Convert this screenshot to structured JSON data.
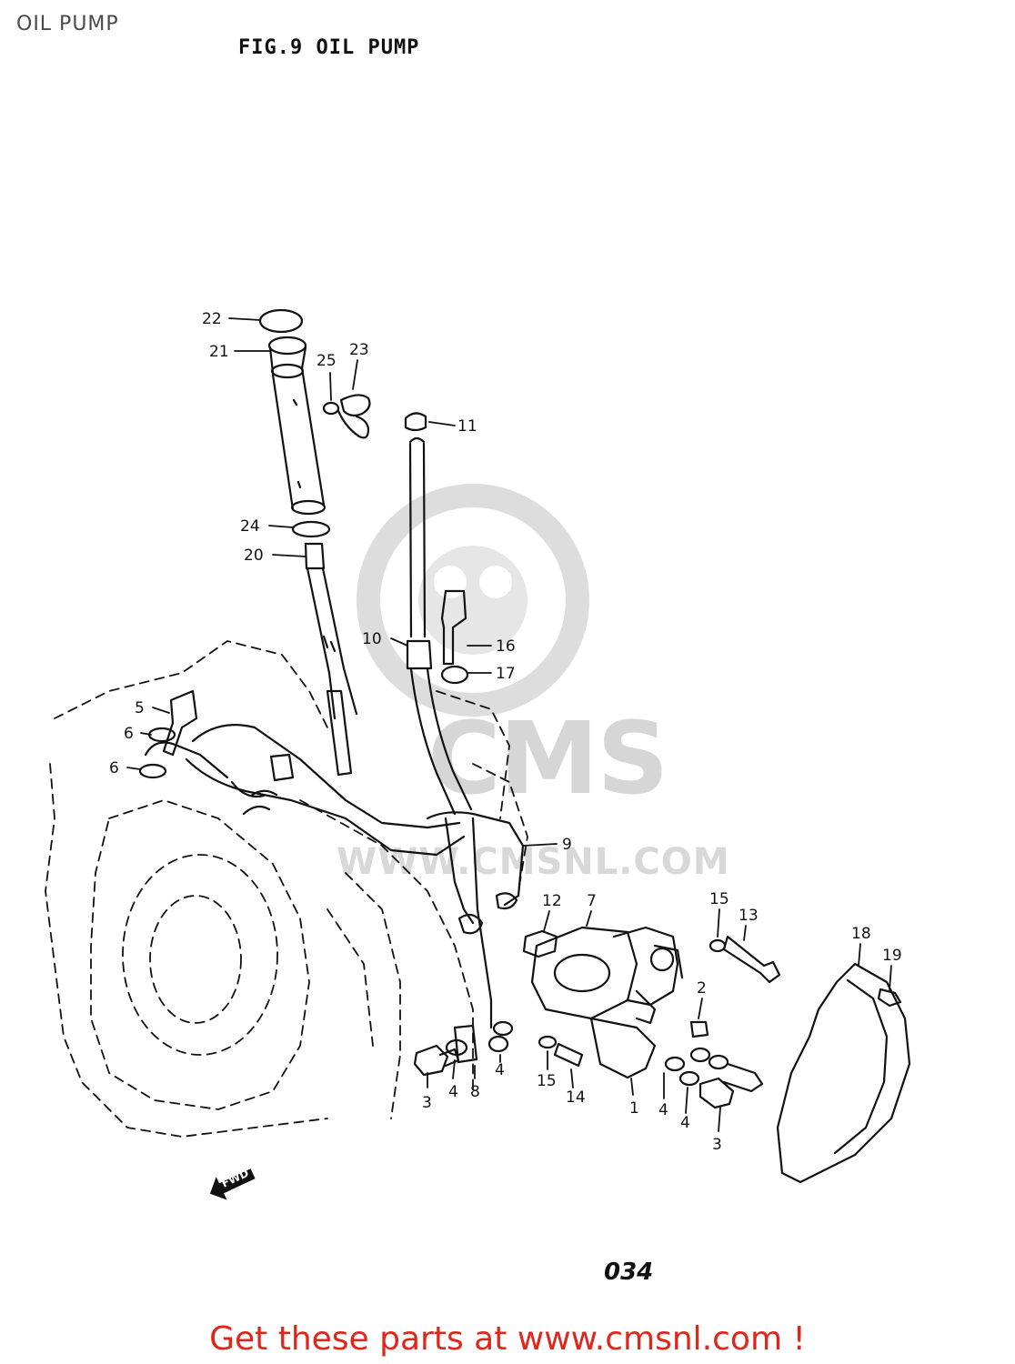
{
  "header": {
    "title": "OIL PUMP"
  },
  "figure": {
    "title": "FIG.9  OIL PUMP",
    "page_number": "034"
  },
  "watermark": {
    "brand": "CMS",
    "site": "WWW.CMSNL.COM"
  },
  "direction_marker": "FWD",
  "callouts": [
    {
      "id": "callout-22",
      "label": "22"
    },
    {
      "id": "callout-21",
      "label": "21"
    },
    {
      "id": "callout-25",
      "label": "25"
    },
    {
      "id": "callout-23",
      "label": "23"
    },
    {
      "id": "callout-11",
      "label": "11"
    },
    {
      "id": "callout-24",
      "label": "24"
    },
    {
      "id": "callout-20",
      "label": "20"
    },
    {
      "id": "callout-10",
      "label": "10"
    },
    {
      "id": "callout-16",
      "label": "16"
    },
    {
      "id": "callout-17",
      "label": "17"
    },
    {
      "id": "callout-5",
      "label": "5"
    },
    {
      "id": "callout-6a",
      "label": "6"
    },
    {
      "id": "callout-6b",
      "label": "6"
    },
    {
      "id": "callout-9",
      "label": "9"
    },
    {
      "id": "callout-12",
      "label": "12"
    },
    {
      "id": "callout-7",
      "label": "7"
    },
    {
      "id": "callout-15a",
      "label": "15"
    },
    {
      "id": "callout-13",
      "label": "13"
    },
    {
      "id": "callout-18",
      "label": "18"
    },
    {
      "id": "callout-19",
      "label": "19"
    },
    {
      "id": "callout-2",
      "label": "2"
    },
    {
      "id": "callout-3a",
      "label": "3"
    },
    {
      "id": "callout-4a",
      "label": "4"
    },
    {
      "id": "callout-8",
      "label": "8"
    },
    {
      "id": "callout-4b",
      "label": "4"
    },
    {
      "id": "callout-15b",
      "label": "15"
    },
    {
      "id": "callout-14",
      "label": "14"
    },
    {
      "id": "callout-1",
      "label": "1"
    },
    {
      "id": "callout-4c",
      "label": "4"
    },
    {
      "id": "callout-4d",
      "label": "4"
    },
    {
      "id": "callout-3b",
      "label": "3"
    }
  ],
  "cta": {
    "text": "Get these parts at www.cmsnl.com !"
  }
}
